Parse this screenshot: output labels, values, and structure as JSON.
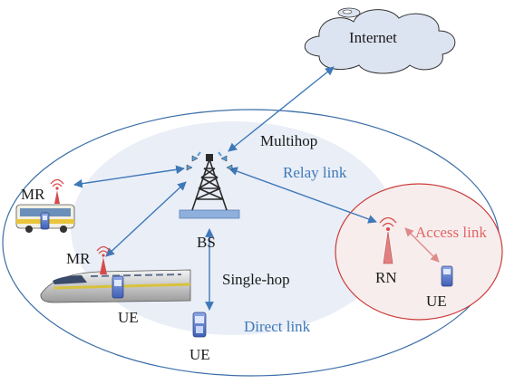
{
  "labels": {
    "internet": "Internet",
    "multihop": "Multihop",
    "relay_link": "Relay link",
    "mr_bus": "MR",
    "mr_train": "MR",
    "bs": "BS",
    "single_hop": "Single-hop",
    "direct_link": "Direct link",
    "ue_train": "UE",
    "ue_bottom": "UE",
    "rn": "RN",
    "access_link": "Access link",
    "ue_rn": "UE"
  },
  "colors": {
    "cell_outline": "#3c6fa8",
    "inner_cell_fill": "#e9eef7",
    "relay_cell_outline": "#cc3a3a",
    "relay_cell_fill": "#f7eded",
    "cloud_fill": "#dde4f1",
    "cloud_outline": "#333333",
    "link_blue": "#3f78b8",
    "link_red": "#e08a8a",
    "tower": "#2b2b2b",
    "antenna_red": "#d84a4a",
    "phone_blue": "#5b7fd1"
  },
  "icons": [
    "cloud-icon",
    "base-station-tower-icon",
    "bus-icon",
    "train-icon",
    "relay-antenna-icon",
    "phone-icon"
  ]
}
